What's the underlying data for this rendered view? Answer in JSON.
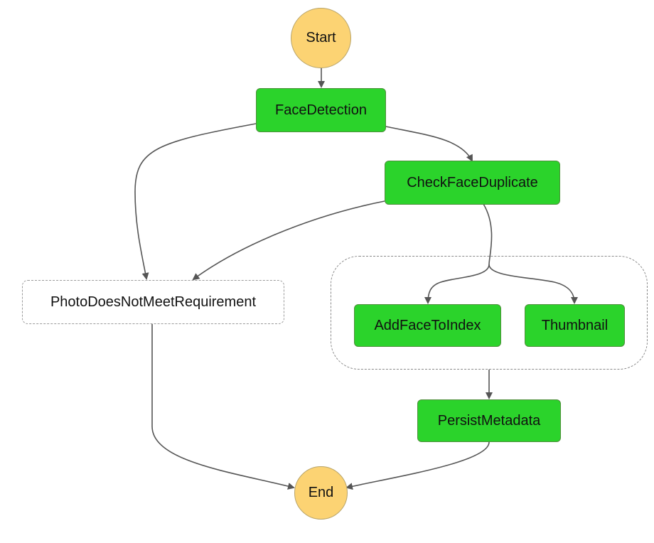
{
  "diagram": {
    "nodes": {
      "start": "Start",
      "face_detection": "FaceDetection",
      "check_face_duplicate": "CheckFaceDuplicate",
      "photo_does_not_meet_requirement": "PhotoDoesNotMeetRequirement",
      "add_face_to_index": "AddFaceToIndex",
      "thumbnail": "Thumbnail",
      "persist_metadata": "PersistMetadata",
      "end": "End"
    },
    "colors": {
      "terminal_fill": "#fcd373",
      "task_fill": "#2bd32b",
      "edge": "#555555"
    }
  }
}
